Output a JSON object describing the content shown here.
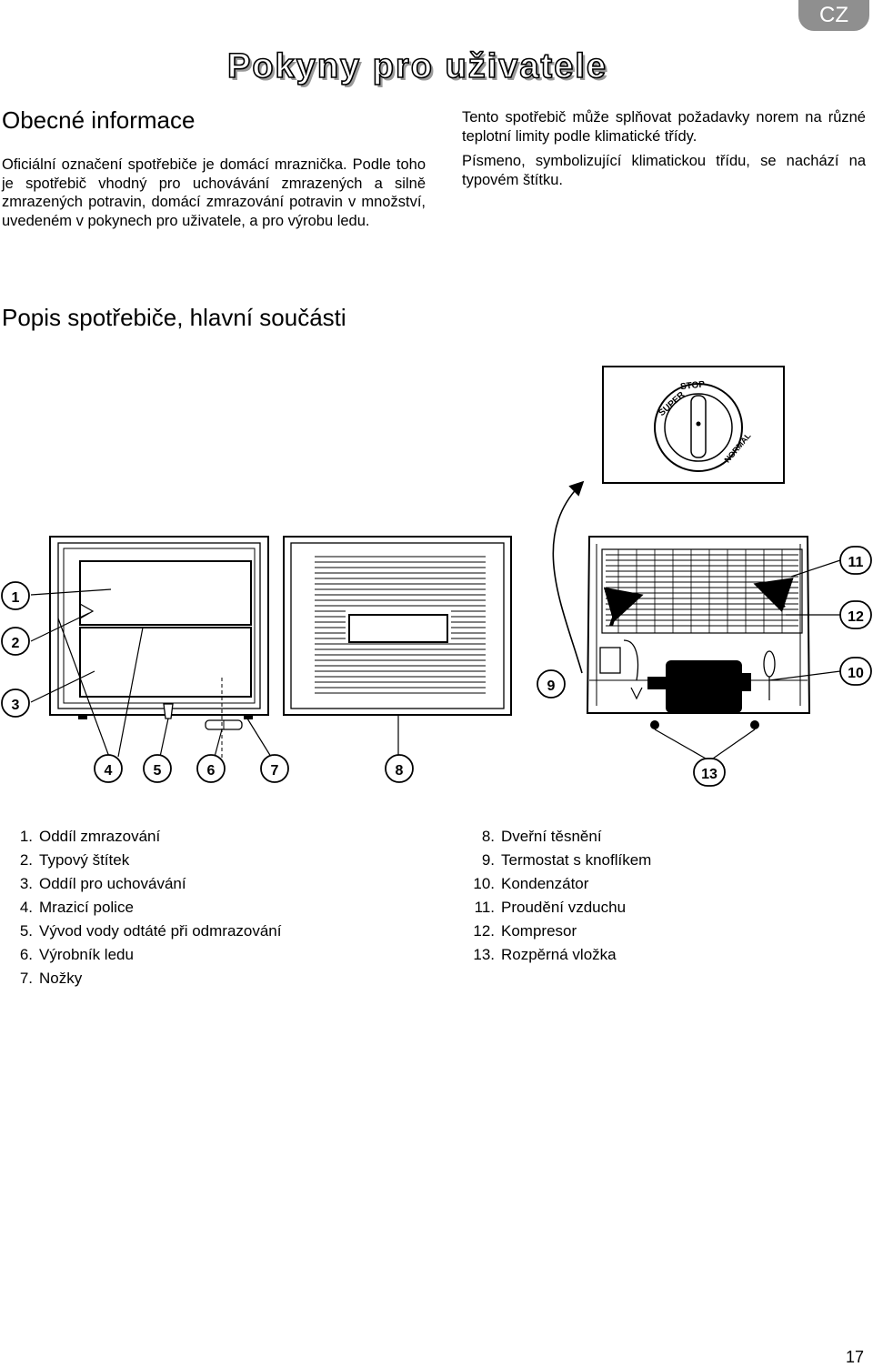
{
  "header": {
    "lang_badge": "CZ",
    "title": "Pokyny pro uživatele"
  },
  "general": {
    "heading": "Obecné informace",
    "left_paragraph": "Oficiální označení spotřebiče je domácí mraznička. Podle toho je spotřebič vhodný pro uchovávání zmrazených a silně zmrazených potravin, domácí zmrazování potravin v množství, uvedeném v pokynech pro uživatele, a pro výrobu ledu.",
    "right_paragraph_1": "Tento spotřebič může splňovat požadavky norem na různé teplotní limity podle klimatické třídy.",
    "right_paragraph_2": "Písmeno, symbolizující klimatickou třídu, se nachází na typovém štítku."
  },
  "description": {
    "heading": "Popis spotřebiče, hlavní součásti"
  },
  "diagram": {
    "dial_labels": {
      "super": "SUPER",
      "stop": "STOP",
      "normal": "NORMAL"
    },
    "callouts": [
      "1",
      "2",
      "3",
      "4",
      "5",
      "6",
      "7",
      "8",
      "9",
      "10",
      "11",
      "12",
      "13"
    ]
  },
  "legend": {
    "left": [
      {
        "num": "1.",
        "label": "Oddíl zmrazování"
      },
      {
        "num": "2.",
        "label": "Typový štítek"
      },
      {
        "num": "3.",
        "label": "Oddíl pro uchovávání"
      },
      {
        "num": "4.",
        "label": "Mrazicí police"
      },
      {
        "num": "5.",
        "label": "Vývod vody odtáté při odmrazování"
      },
      {
        "num": "6.",
        "label": "Výrobník ledu"
      },
      {
        "num": "7.",
        "label": "Nožky"
      }
    ],
    "right": [
      {
        "num": "8.",
        "label": "Dveřní těsnění"
      },
      {
        "num": "9.",
        "label": "Termostat s knoflíkem"
      },
      {
        "num": "10.",
        "label": "Kondenzátor"
      },
      {
        "num": "11.",
        "label": "Proudění vzduchu"
      },
      {
        "num": "12.",
        "label": "Kompresor"
      },
      {
        "num": "13.",
        "label": "Rozpěrná vložka"
      }
    ]
  },
  "footer": {
    "page_number": "17"
  }
}
